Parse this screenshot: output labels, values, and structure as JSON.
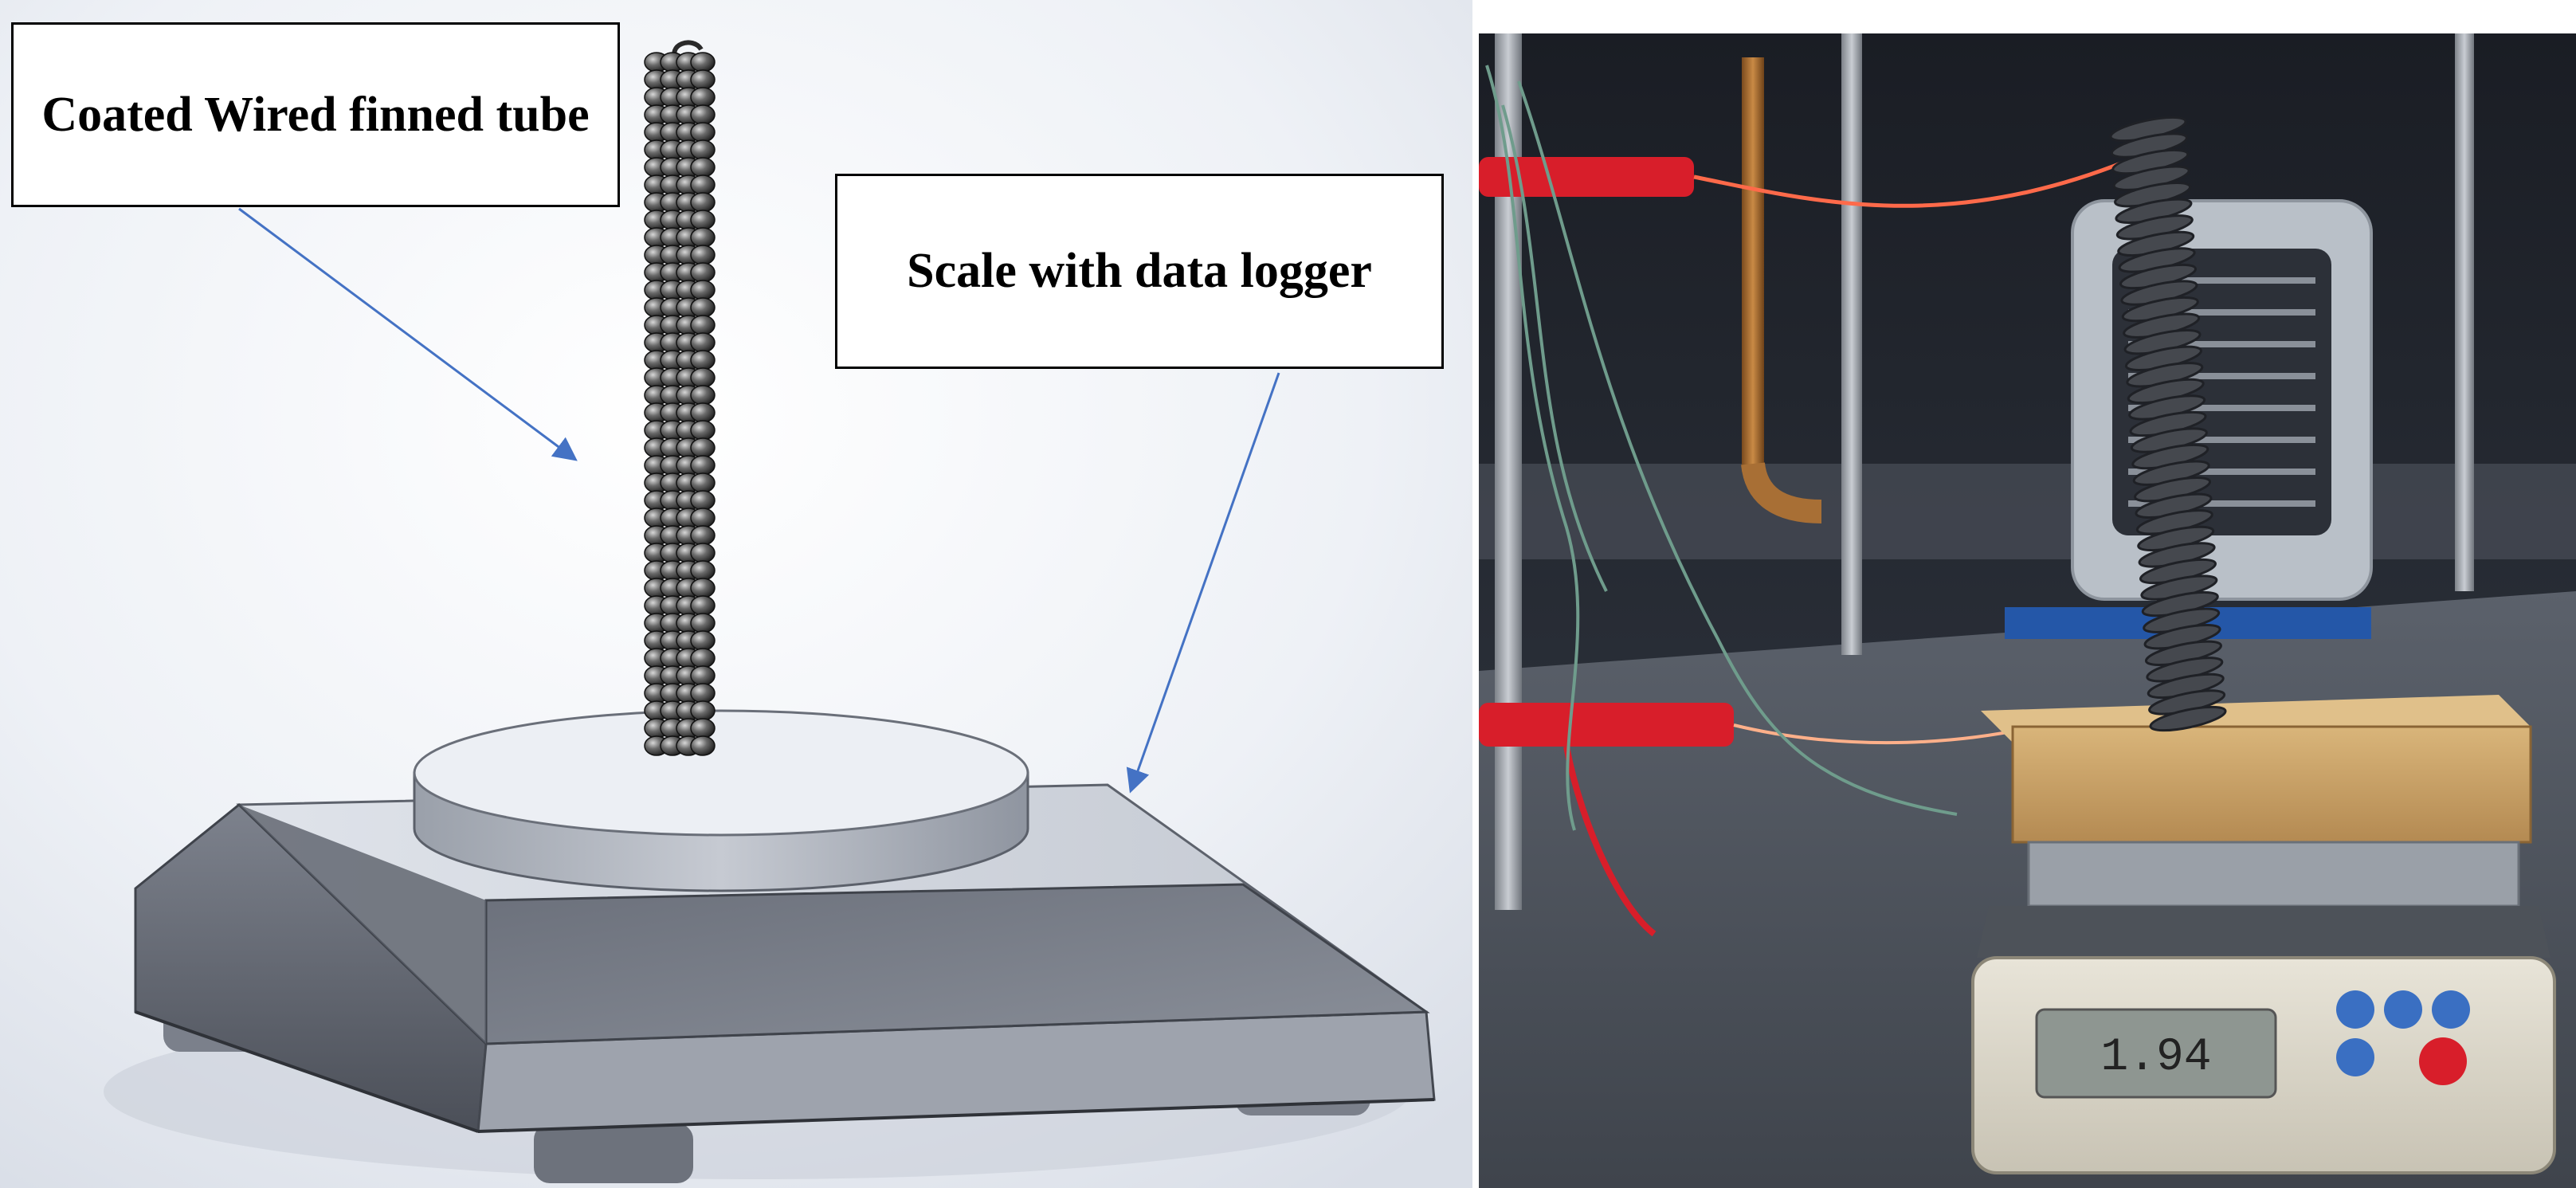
{
  "labels": {
    "tube": "Coated Wired finned tube",
    "scale": "Scale with data logger"
  },
  "scale_display": {
    "reading": "1.94"
  },
  "colors": {
    "arrow": "#4472c4",
    "cad_background": "#e9edf3",
    "scale_body": "#6f7480",
    "tube_coil": "#3a3a3a",
    "wire_red": "#d81e2a",
    "wood_block": "#c8a46a"
  },
  "icons": {
    "arrow_tube": "arrow-down-right-icon",
    "arrow_scale": "arrow-down-left-icon"
  }
}
